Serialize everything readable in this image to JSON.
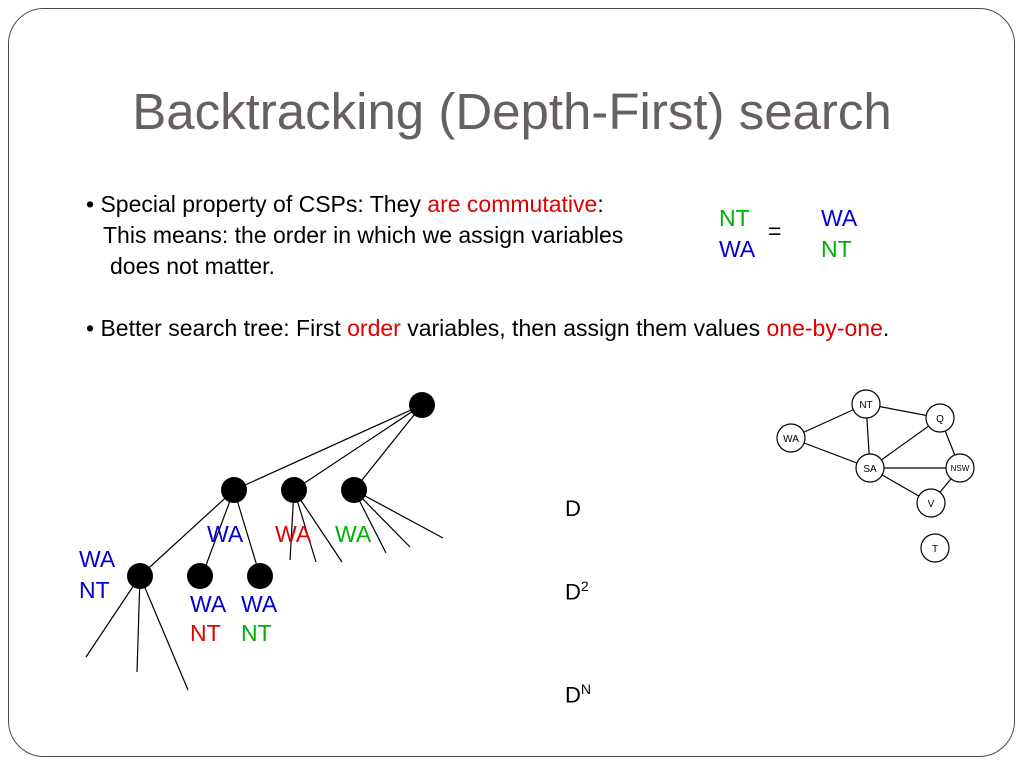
{
  "title": "Backtracking (Depth-First) search",
  "bullet1": {
    "prefix": "• Special property of CSPs: They ",
    "highlight": "are commutative",
    "suffix": ":",
    "line2": "This means: the order in which we assign variables",
    "line3": "does not matter."
  },
  "commutative_example": {
    "left_top": "NT",
    "left_bottom": "WA",
    "equals": "=",
    "right_top": "WA",
    "right_bottom": "NT"
  },
  "bullet2": {
    "prefix": "• Better search tree: First ",
    "highlight1": "order",
    "middle": " variables, then assign them values ",
    "highlight2": "one-by-one",
    "suffix": "."
  },
  "tree_labels": {
    "level1_a": "WA",
    "level1_b": "WA",
    "level1_c": "WA",
    "level2_a_top": "WA",
    "level2_a_bottom": "NT",
    "level2_b_top": "WA",
    "level2_b_bottom": "NT",
    "level2_c_top": "WA",
    "level2_c_bottom": "NT"
  },
  "level_counts": {
    "d1": "D",
    "d2_base": "D",
    "d2_exp": "2",
    "dn_base": "D",
    "dn_exp": "N"
  },
  "map_graph": {
    "nodes": [
      "NT",
      "Q",
      "WA",
      "SA",
      "NSW",
      "V",
      "T"
    ]
  },
  "colors": {
    "red": "#e00000",
    "blue": "#0000d0",
    "green": "#00b000",
    "title": "#666060"
  }
}
